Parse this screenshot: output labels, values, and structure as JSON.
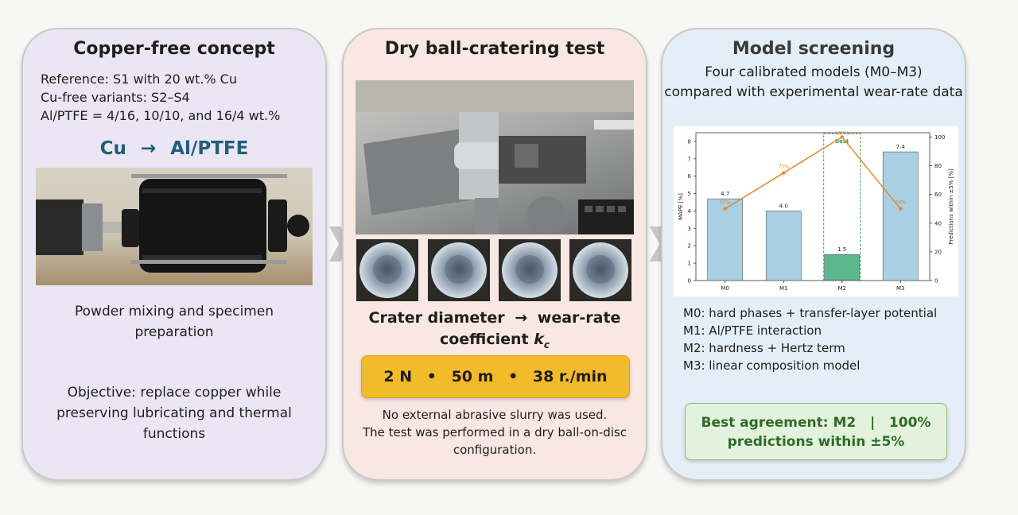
{
  "panel1": {
    "title": "Copper-free concept",
    "lines": [
      "Reference: S1 with 20 wt.% Cu",
      "Cu-free variants: S2–S4",
      "Al/PTFE = 4/16, 10/10, and 16/4 wt.%"
    ],
    "cu": "Cu",
    "arrow": "→",
    "alptfe": "Al/PTFE",
    "caption_line1": "Powder mixing and specimen",
    "caption_line2": "preparation",
    "objective_line1": "Objective: replace copper while",
    "objective_line2": "preserving lubricating and thermal",
    "objective_line3": "functions",
    "colors": {
      "cu_text": "#1f5f7a",
      "panel": "#ebe6f4"
    }
  },
  "panel2": {
    "title": "Dry ball-cratering test",
    "result_line1": "Crater diameter",
    "result_arrow": "→",
    "result_line1b": "wear-rate",
    "result_line2": "coefficient",
    "k_symbol": "k",
    "k_sub": "c",
    "params": {
      "load": "2 N",
      "sep": "•",
      "distance": "50 m",
      "speed": "38 r./min"
    },
    "note_line1": "No external abrasive slurry was used.",
    "note_line2": "The test was performed in a dry ball-on-disc",
    "note_line3": "configuration.",
    "colors": {
      "param_box": "#f2bb2a",
      "panel": "#f8e7e3"
    }
  },
  "panel3": {
    "title": "Model screening",
    "subtitle_line1": "Four calibrated models (M0–M3)",
    "subtitle_line2": "compared with experimental wear-rate data",
    "models": [
      "M0: hard phases + transfer-layer potential",
      "M1: Al/PTFE interaction",
      "M2: hardness + Hertz term",
      "M3: linear composition model"
    ],
    "best_line1": "Best agreement: M2   |   100%",
    "best_line2": "predictions within ±5%",
    "colors": {
      "best_text": "#2e6b2a",
      "best_box": "#e3f2dc",
      "panel": "#e4eef6"
    }
  },
  "chart_data": {
    "type": "bar",
    "categories": [
      "M0",
      "M1",
      "M2",
      "M3"
    ],
    "values": [
      4.7,
      4.0,
      1.5,
      7.4
    ],
    "bar_labels": [
      "4.7",
      "4.0",
      "1.5",
      "7.4"
    ],
    "ylabel": "MAPE [%]",
    "ylim": [
      0,
      8.5
    ],
    "yticks": [
      0,
      1,
      2,
      3,
      4,
      5,
      6,
      7,
      8
    ],
    "y2label": "Predictions within ±5% [%]",
    "y2lim": [
      0,
      103
    ],
    "y2ticks": [
      0,
      20,
      40,
      60,
      80,
      100
    ],
    "line_values": [
      50,
      75,
      100,
      50
    ],
    "line_labels": [
      "50%",
      "75%",
      "100%",
      "50%"
    ],
    "highlight": "M2",
    "highlight_label": "best",
    "colors": {
      "bar": "#a9cfe3",
      "best_bar": "#5cb88f",
      "line": "#e08a2e",
      "highlight_box": "#3d9a5c"
    }
  }
}
